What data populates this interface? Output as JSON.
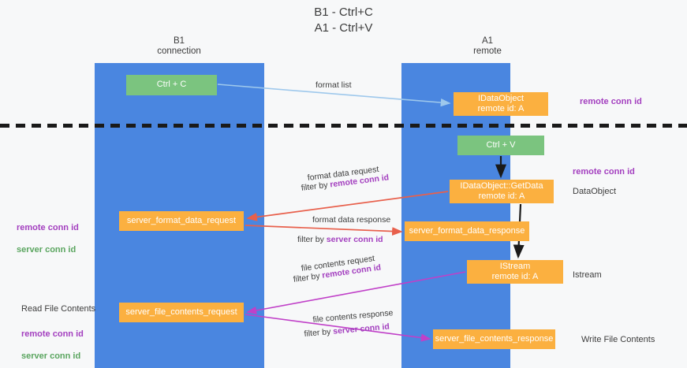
{
  "title": "B1 - Ctrl+C\nA1 - Ctrl+V",
  "columns": {
    "left": "B1\nconnection",
    "right": "A1\nremote"
  },
  "boxes": {
    "ctrl_c": "Ctrl + C",
    "idataobject": "IDataObject\nremote id: A",
    "ctrl_v": "Ctrl + V",
    "getdata": "IDataObject::GetData\nremote id: A",
    "server_format_data_request": "server_format_data_request",
    "server_format_data_response": "server_format_data_response",
    "istream": "IStream\nremote id: A",
    "server_file_contents_request": "server_file_contents_request",
    "server_file_contents_response": "server_file_contents_response"
  },
  "right_labels": {
    "remote_conn_id_top": "remote conn id",
    "remote_conn_id_mid": "remote conn id",
    "dataobject": "DataObject",
    "istream": "Istream",
    "write_file_contents": "Write File Contents"
  },
  "left_labels": {
    "remote_conn_id": "remote conn id",
    "server_conn_id": "server conn id",
    "read_file_contents": "Read File Contents",
    "remote_conn_id_2": "remote conn id",
    "server_conn_id_2": "server conn id"
  },
  "arrow_labels": {
    "format_list": "format list",
    "format_data_request": "format data request",
    "format_data_request_filter_prefix": "filter by ",
    "format_data_request_filter_key": "remote conn id",
    "format_data_response": "format data response",
    "format_data_response_filter_prefix": "filter by ",
    "format_data_response_filter_key": "server conn id",
    "file_contents_request": "file contents request",
    "file_contents_request_filter_prefix": "filter by ",
    "file_contents_request_filter_key": "remote conn id",
    "file_contents_response": "file contents response",
    "file_contents_response_filter_prefix": "filter by ",
    "file_contents_response_filter_key": "server conn id"
  },
  "colors": {
    "lane": "#4a86e0",
    "green_box": "#7bc47f",
    "orange_box": "#fbb040",
    "purple_text": "#a33fbf",
    "green_text": "#5aa55f",
    "red_arrow": "#e8604c",
    "magenta_arrow": "#c040c8",
    "blue_arrow": "#9ec8ec",
    "divider": "#1a1a1a",
    "background": "#f7f8f9"
  }
}
